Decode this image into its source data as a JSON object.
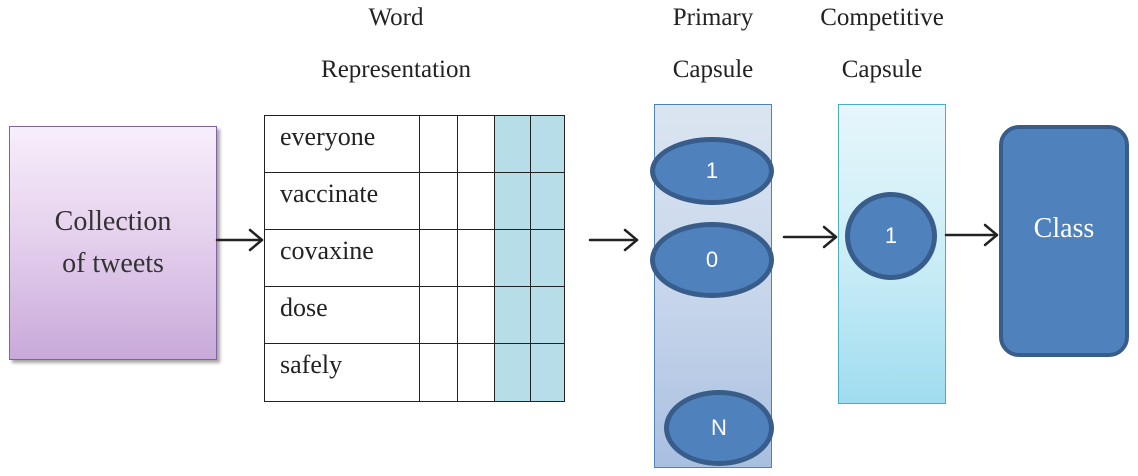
{
  "headers": {
    "word_representation": [
      "Word",
      "Representation"
    ],
    "primary_capsule": [
      "Primary",
      "Capsule"
    ],
    "competitive_capsule": [
      "Competitive",
      "Capsule"
    ]
  },
  "input": {
    "lines": [
      "Collection",
      "of tweets"
    ]
  },
  "words": [
    "everyone",
    "vaccinate",
    "covaxine",
    "dose",
    "safely"
  ],
  "primary_capsules": [
    "1",
    "0",
    "N"
  ],
  "competitive_capsules": [
    "1"
  ],
  "output": {
    "label": "Class"
  },
  "colors": {
    "input_fill": "#e6d2ee",
    "table_shade": "#b7dde8",
    "primary_fill": "#c6d5ea",
    "competitive_fill": "#c8ecf6",
    "node_fill": "#4f81bd",
    "node_border": "#385d8a"
  }
}
